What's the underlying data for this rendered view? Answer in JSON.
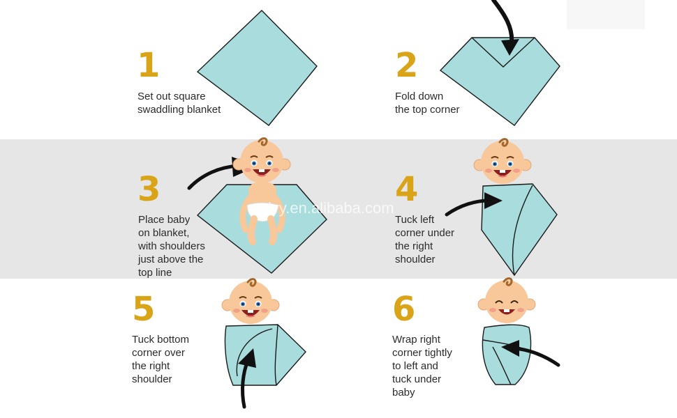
{
  "steps": [
    {
      "number": "1",
      "caption": "Set out square\nswaddling blanket"
    },
    {
      "number": "2",
      "caption": "Fold down\nthe top corner"
    },
    {
      "number": "3",
      "caption": "Place baby\non blanket,\nwith shoulders\njust above the\ntop line"
    },
    {
      "number": "4",
      "caption": "Tuck left\ncorner under\nthe right\nshoulder"
    },
    {
      "number": "5",
      "caption": "Tuck bottom\ncorner over\nthe right\nshoulder"
    },
    {
      "number": "6",
      "caption": "Wrap right\ncorner tightly\nto left and\ntuck under\nbaby"
    }
  ],
  "watermark": "ivy.en.alibaba.com",
  "colors": {
    "accent": "#d9a418",
    "blanket": "#a9dcdc",
    "band": "#e6e6e7",
    "arrow": "#111111",
    "skin": "#f8c89a"
  }
}
